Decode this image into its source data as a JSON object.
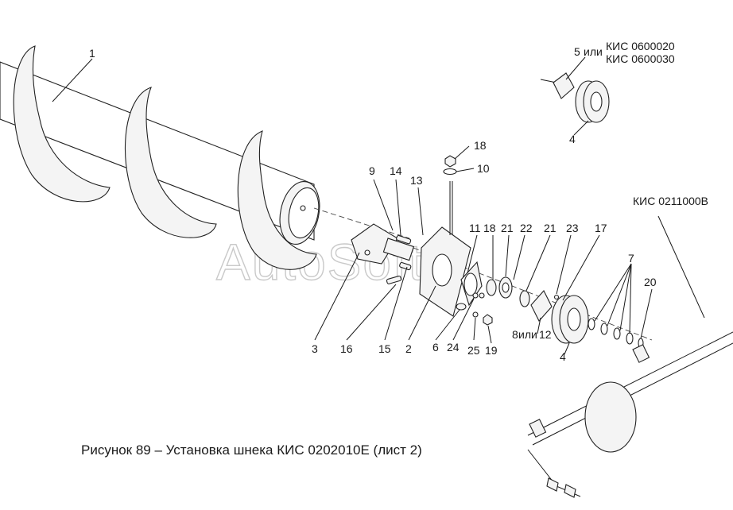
{
  "caption": "Рисунок 89 – Установка шнека КИС 0202010Е (лист 2)",
  "watermark": "AutoSoft",
  "labels": {
    "n1": "1",
    "n2": "2",
    "n3": "3",
    "n4a": "4",
    "n4b": "4",
    "n5": "5",
    "ili_5": "или",
    "code_0600020": "КИС 0600020",
    "code_0600030": "КИС 0600030",
    "n6": "6",
    "n7": "7",
    "n8": "8",
    "ili_8": "или",
    "n12": "12",
    "n9": "9",
    "n10": "10",
    "n11": "11",
    "n13": "13",
    "n14": "14",
    "n15": "15",
    "n16": "16",
    "n17": "17",
    "n18a": "18",
    "n18b": "18",
    "n19": "19",
    "n20": "20",
    "n21a": "21",
    "n21b": "21",
    "n22": "22",
    "n23": "23",
    "n24": "24",
    "n25": "25",
    "code_0211000b": "КИС 0211000В"
  }
}
